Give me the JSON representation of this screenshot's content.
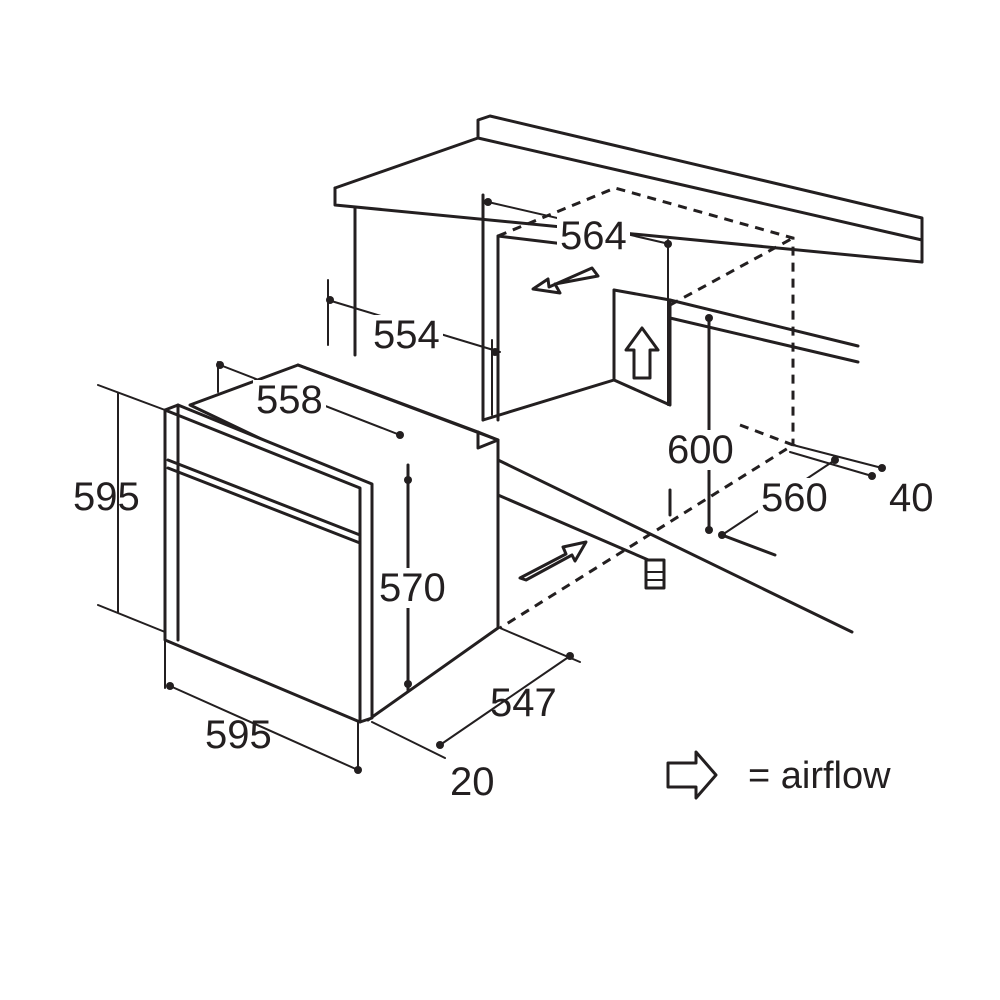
{
  "dimensions": {
    "cabinet_opening_width": "564",
    "cabinet_inner_depth": "554",
    "oven_top_depth": "558",
    "oven_height": "595",
    "oven_body_height": "570",
    "oven_width": "595",
    "oven_body_depth": "547",
    "front_panel_thickness": "20",
    "niche_height": "600",
    "niche_width": "560",
    "rear_gap": "40"
  },
  "legend": {
    "text": "= airflow",
    "icon": "outline-arrow-icon"
  },
  "colors": {
    "line": "#231f20",
    "background": "#ffffff"
  }
}
